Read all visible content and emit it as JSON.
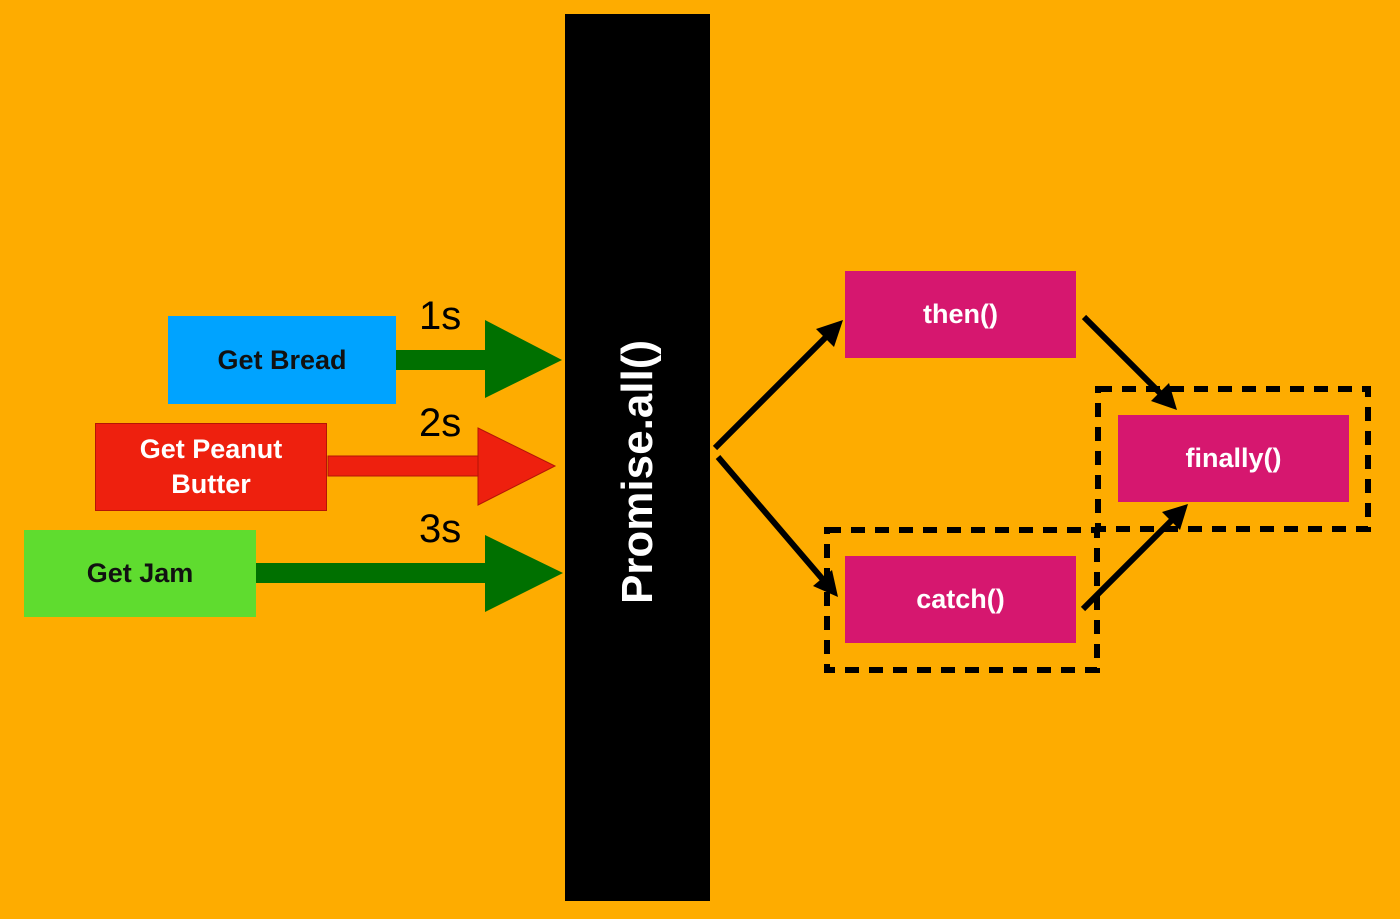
{
  "inputs": [
    {
      "id": "bread",
      "label": "Get Bread",
      "color": "#00A3FF",
      "time": "1s",
      "arrow_color": "#007000"
    },
    {
      "id": "peanut",
      "label": "Get Peanut Butter",
      "color": "#EE200E",
      "time": "2s",
      "arrow_color": "#EE200E"
    },
    {
      "id": "jam",
      "label": "Get Jam",
      "color": "#5FDC2F",
      "time": "3s",
      "arrow_color": "#007000"
    }
  ],
  "promise_bar": {
    "label": "Promise.all()",
    "color": "#000000"
  },
  "handlers": {
    "then": "then()",
    "catch": "catch()",
    "finally": "finally()",
    "color": "#D6176F"
  },
  "background": "#FEAC00"
}
